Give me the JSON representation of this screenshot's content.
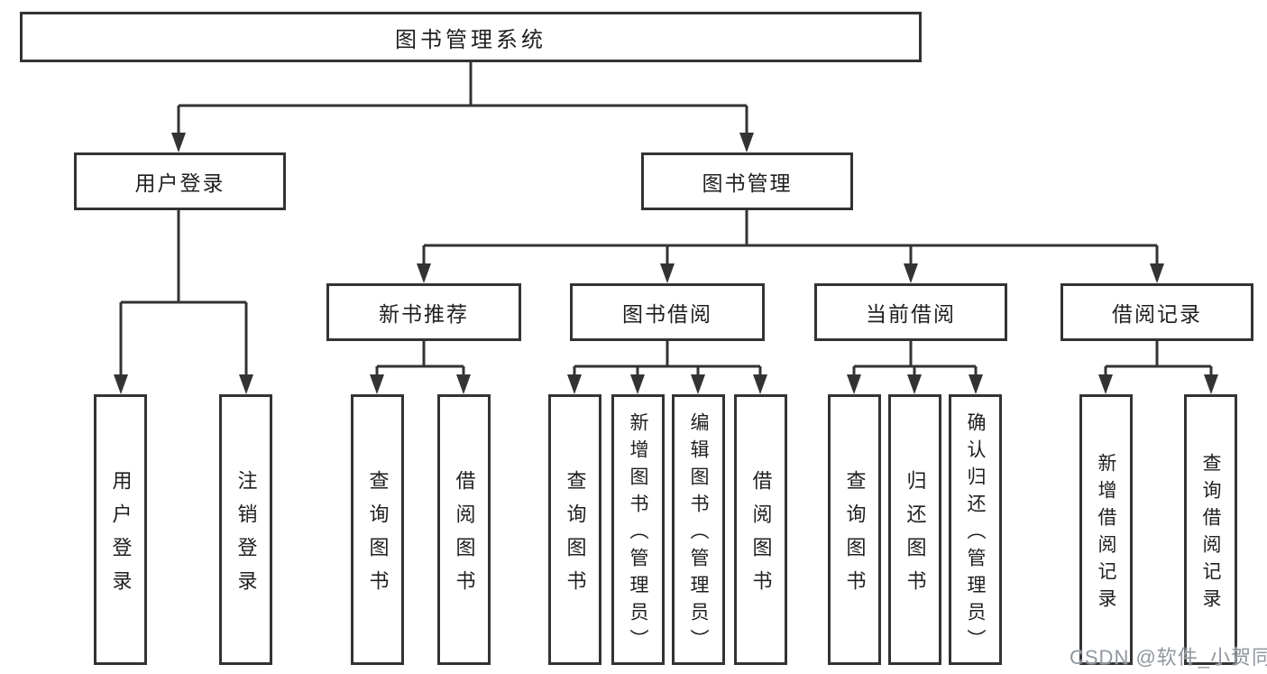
{
  "diagram": {
    "root": "图书管理系统",
    "level2": {
      "user_login": "用户登录",
      "book_mgmt": "图书管理"
    },
    "level3": {
      "new_books": "新书推荐",
      "book_borrow": "图书借阅",
      "current_borrow": "当前借阅",
      "borrow_records": "借阅记录"
    },
    "leaves": {
      "user_login": "用户登录",
      "logout": "注销登录",
      "nb_query": "查询图书",
      "nb_borrow": "借阅图书",
      "bb_query": "查询图书",
      "bb_add": "新增图书（管理员）",
      "bb_edit": "编辑图书（管理员）",
      "bb_borrow": "借阅图书",
      "cb_query": "查询图书",
      "cb_return": "归还图书",
      "cb_confirm": "确认归还（管理员）",
      "br_add": "新增借阅记录",
      "br_query": "查询借阅记录"
    }
  },
  "watermark": "CSDN @软件_小贺同学",
  "colors": {
    "line": "#333333",
    "text": "#1f1f1f",
    "background": "#ffffff",
    "watermark": "#9097a0"
  }
}
